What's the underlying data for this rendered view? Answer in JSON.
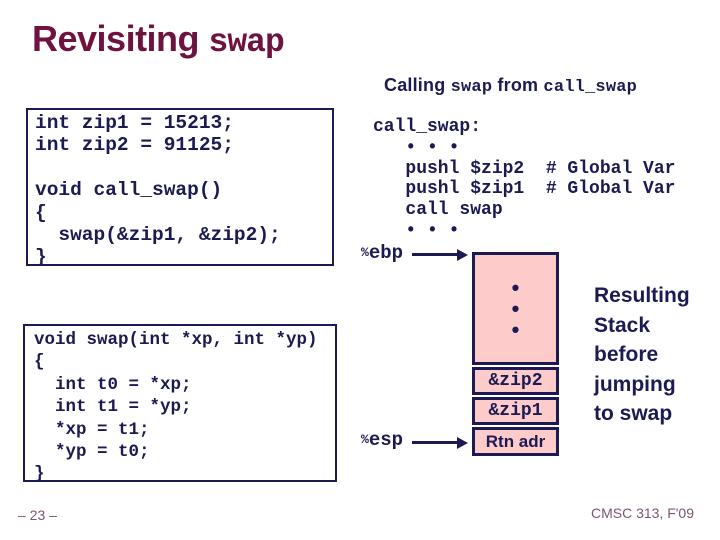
{
  "slide": {
    "title": {
      "main": "Revisiting ",
      "mono": "swap"
    },
    "subtitle": {
      "part1": "Calling ",
      "mono1": "swap",
      "part2": " from ",
      "mono2": "call_swap"
    },
    "code_box_top": "int zip1 = 15213;\nint zip2 = 91125;\n\nvoid call_swap()\n{\n  swap(&zip1, &zip2);\n}",
    "asm_code": "call_swap:\n   • • •\n   pushl $zip2  # Global Var\n   pushl $zip1  # Global Var\n   call swap\n   • • •",
    "code_box_bottom": "void swap(int *xp, int *yp)\n{\n  int t0 = *xp;\n  int t1 = *yp;\n  *xp = t1;\n  *yp = t0;\n}",
    "stack": {
      "ebp_pct": "%",
      "ebp_name": "ebp",
      "esp_pct": "%",
      "esp_name": "esp",
      "dots": "•\n•\n•",
      "cells": [
        "&zip2",
        "&zip1",
        "Rtn adr"
      ]
    },
    "caption": "Resulting\nStack\nbefore\njumping\nto swap",
    "footer": {
      "page": "– 23 –",
      "course": "CMSC 313, F'09"
    },
    "colors": {
      "navy": "#1c1a52",
      "maroon": "#6e1340",
      "pink": "#fccbca",
      "footer_text": "#7a5673"
    }
  }
}
